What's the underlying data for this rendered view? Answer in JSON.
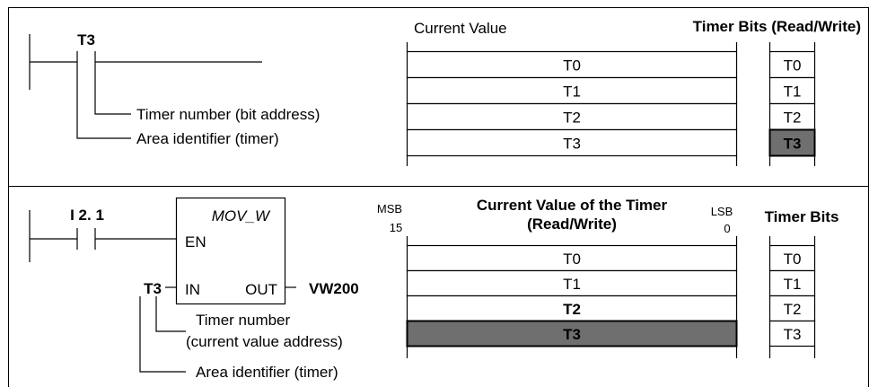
{
  "top": {
    "contact_label": "T3",
    "timer_number_label": "Timer number (bit address)",
    "area_identifier_label": "Area identifier (timer)",
    "current_value_header": "Current Value",
    "timer_bits_header": "Timer Bits (Read/Write)",
    "current_value_rows": [
      "T0",
      "T1",
      "T2",
      "T3"
    ],
    "timer_bit_rows": [
      "T0",
      "T1",
      "T2",
      "T3"
    ]
  },
  "bottom": {
    "contact_label": "I 2. 1",
    "box_title": "MOV_W",
    "en_label": "EN",
    "in_label": "IN",
    "out_label": "OUT",
    "in_operand": "T3",
    "out_operand": "VW200",
    "timer_number_label": "Timer number",
    "timer_number_sub": "(current value address)",
    "area_identifier_label": "Area identifier (timer)",
    "msb_label": "MSB",
    "msb_value": "15",
    "lsb_label": "LSB",
    "lsb_value": "0",
    "cv_header_line1": "Current Value of the Timer",
    "cv_header_line2": "(Read/Write)",
    "timer_bits_header": "Timer Bits",
    "current_value_rows": [
      "T0",
      "T1",
      "T2",
      "T3"
    ],
    "timer_bit_rows": [
      "T0",
      "T1",
      "T2",
      "T3"
    ]
  },
  "colors": {
    "highlight_fill": "#6f6f6f",
    "line": "#000000",
    "background": "#ffffff"
  }
}
